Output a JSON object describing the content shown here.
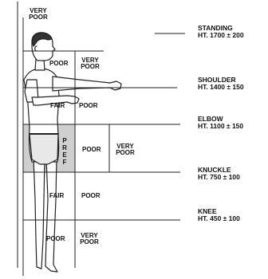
{
  "zones": {
    "top_very_poor": "VERY POOR",
    "head_poor": "POOR",
    "head_very_poor": "VERY POOR",
    "shoulder_fair": "FAIR",
    "shoulder_poor": "POOR",
    "elbow_pref": "PREF",
    "elbow_poor": "POOR",
    "right_very_poor": "VERY POOR",
    "knuckle_fair": "FAIR",
    "knuckle_poor": "POOR",
    "knee_poor": "POOR",
    "knee_very_poor": "VERY POOR"
  },
  "heights": [
    {
      "name": "STANDING",
      "value": "HT. 1700 ± 200"
    },
    {
      "name": "SHOULDER",
      "value": "HT. 1400 ± 150"
    },
    {
      "name": "ELBOW",
      "value": "HT. 1100 ± 150"
    },
    {
      "name": "KNUCKLE",
      "value": "HT. 750 ± 100"
    },
    {
      "name": "KNEE",
      "value": "HT. 450 ± 100"
    }
  ],
  "colors": {
    "line": "#222222",
    "preferred_zone": "#cfcfcf",
    "figure_fill": "#ffffff"
  }
}
